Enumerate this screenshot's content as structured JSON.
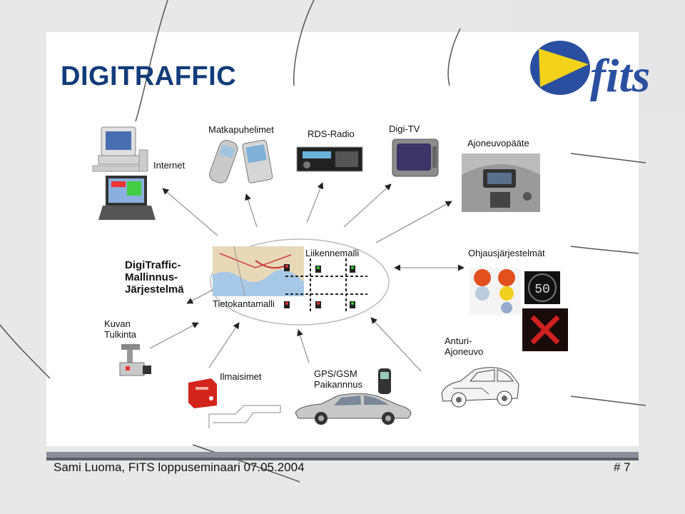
{
  "title": "DIGITRAFFIC",
  "logo": {
    "text": "fits",
    "colors": {
      "blue": "#2a4fa0",
      "yellow": "#f2d21a"
    }
  },
  "nodes": {
    "internet": "Internet",
    "matkapuhelimet": "Matkapuhelimet",
    "rds_radio": "RDS-Radio",
    "digi_tv": "Digi-TV",
    "ajoneuvopaate": "Ajoneuvopääte",
    "digitraffic_malli": [
      "DigiTraffic-",
      "Mallinnus-",
      "Järjestelmä"
    ],
    "liikennemalli": "Liikennemalli",
    "tietokantamalli": "Tietokantamalli",
    "ohjausjarjestelmat": "Ohjausjärjestelmät",
    "kuvan_tulkinta": [
      "Kuvan",
      "Tulkinta"
    ],
    "anturi_ajoneuvo": [
      "Anturi-",
      "Ajoneuvo"
    ],
    "ilmaisimet": "Ilmaisimet",
    "gps_gsm": [
      "GPS/GSM",
      "Paikannnus"
    ],
    "speed_sign": "50"
  },
  "footer": {
    "presenter": "Sami Luoma, FITS loppuseminaari 07.05.2004",
    "page": "# 7"
  },
  "colors": {
    "title": "#123b7a",
    "footer_bar": "#8a8f9a"
  }
}
